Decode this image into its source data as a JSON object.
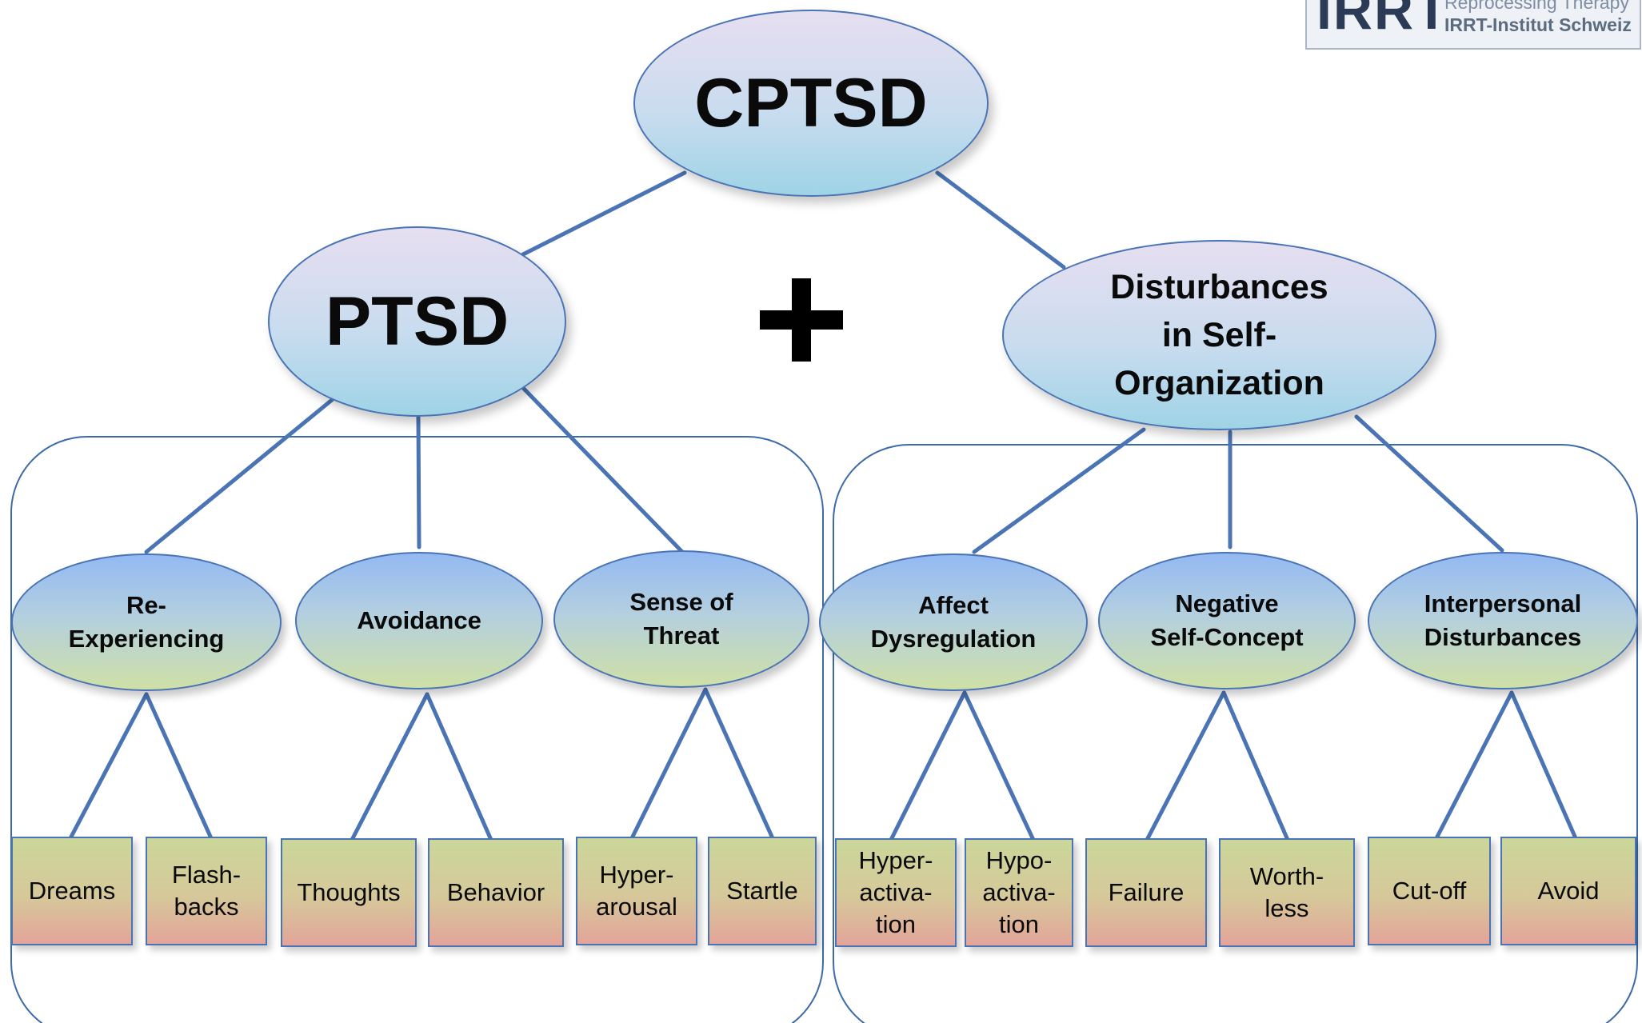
{
  "diagram": {
    "root": "CPTSD",
    "operator": "+",
    "branches": [
      {
        "label": "PTSD",
        "clusters": [
          {
            "label": "Re-\nExperiencing",
            "symptoms": [
              "Dreams",
              "Flash-\nbacks"
            ]
          },
          {
            "label": "Avoidance",
            "symptoms": [
              "Thoughts",
              "Behavior"
            ]
          },
          {
            "label": "Sense of\nThreat",
            "symptoms": [
              "Hyper-\narousal",
              "Startle"
            ]
          }
        ]
      },
      {
        "label": "Disturbances\nin Self-\nOrganization",
        "clusters": [
          {
            "label": "Affect\nDysregulation",
            "symptoms": [
              "Hyper-\nactiva-\ntion",
              "Hypo-\nactiva-\ntion"
            ]
          },
          {
            "label": "Negative\nSelf-Concept",
            "symptoms": [
              "Failure",
              "Worth-\nless"
            ]
          },
          {
            "label": "Interpersonal\nDisturbances",
            "symptoms": [
              "Cut-off",
              "Avoid"
            ]
          }
        ]
      }
    ]
  },
  "logo": {
    "mark": "IRRT",
    "line1": "Reprocessing Therapy",
    "line2": "IRRT-Institut Schweiz"
  },
  "colors": {
    "connector": "#4a74b4",
    "main_node_gradient": [
      "#e6dff0",
      "#9fd3e6"
    ],
    "cluster_node_gradient": [
      "#93b9f2",
      "#cfe0a6"
    ],
    "symptom_box_gradient": [
      "#cbd79a",
      "#e3a49a"
    ]
  }
}
